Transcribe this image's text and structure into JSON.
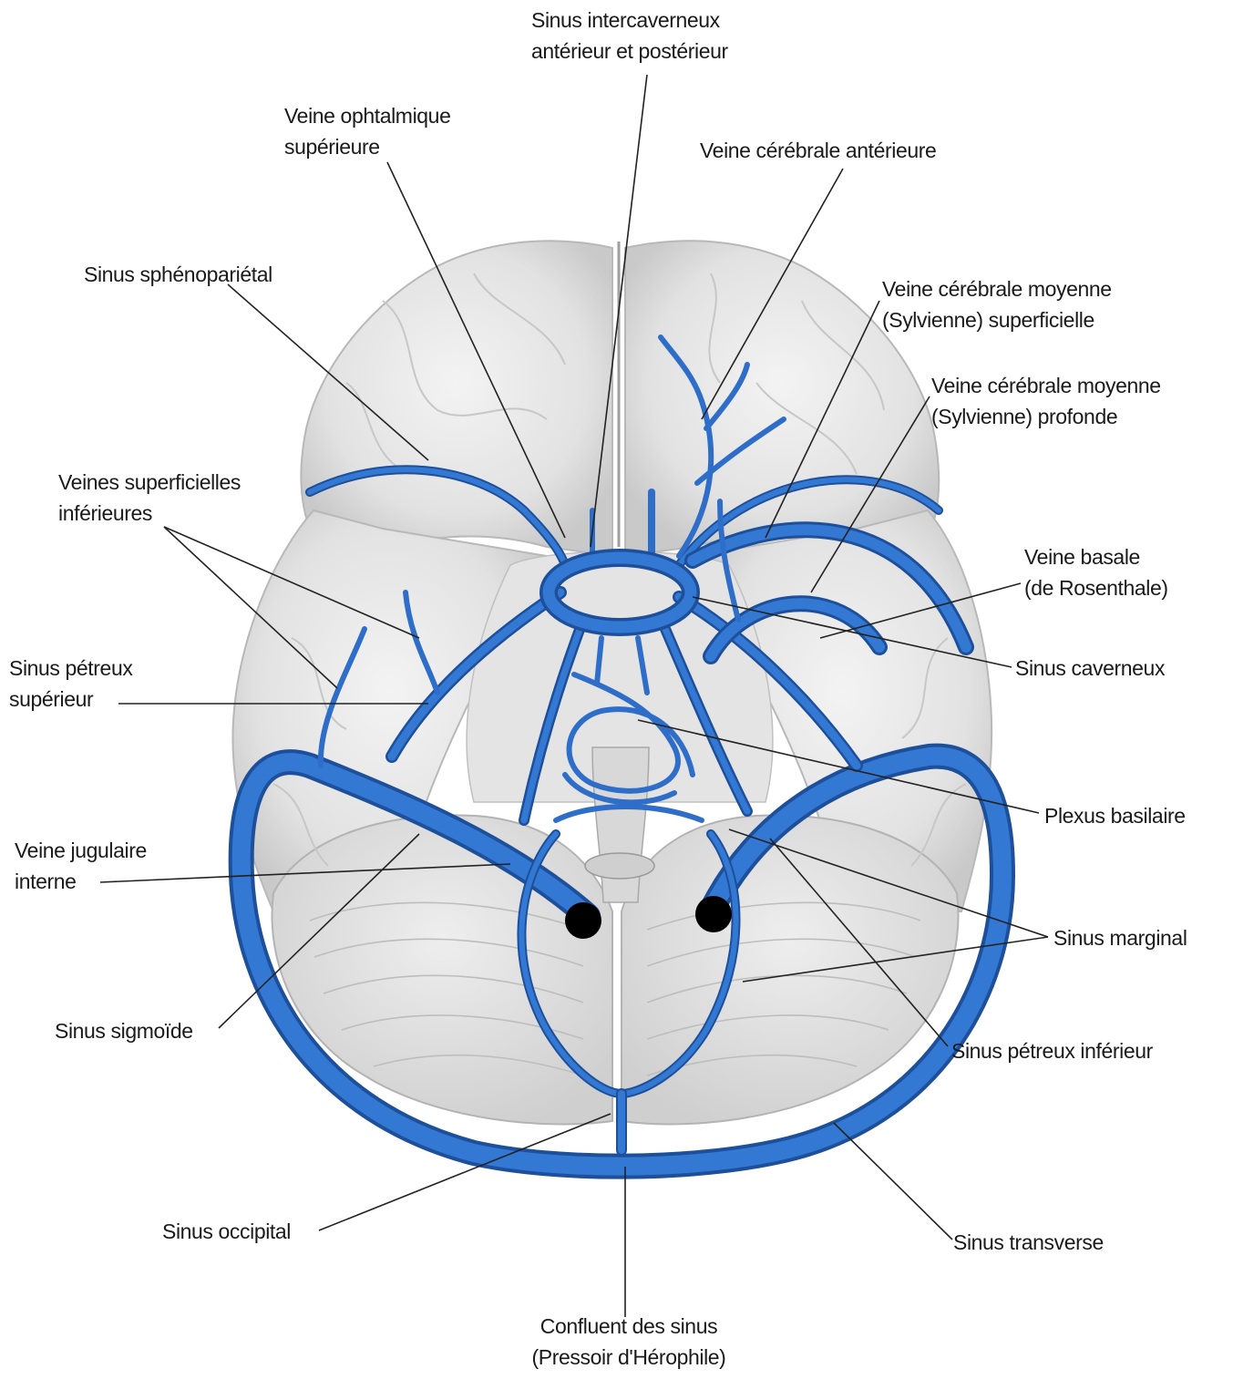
{
  "diagram": {
    "colors": {
      "vein": "#2f6ec8",
      "vein_dark": "#1d4f9a",
      "brain": "#e8e8e8",
      "brain_shadow": "#c4c4c4",
      "leader": "#222222"
    },
    "labels": {
      "sinus_intercaverneux": [
        "Sinus intercaverneux",
        "antérieur et postérieur"
      ],
      "veine_ophtalmique": [
        "Veine ophtalmique",
        "supérieure"
      ],
      "veine_cerebrale_anterieure": [
        "Veine cérébrale antérieure"
      ],
      "sinus_sphenoparietal": [
        "Sinus sphénopariétal"
      ],
      "veine_cerebrale_moyenne_superficielle": [
        "Veine cérébrale moyenne",
        "(Sylvienne) superficielle"
      ],
      "veine_cerebrale_moyenne_profonde": [
        "Veine cérébrale moyenne",
        "(Sylvienne) profonde"
      ],
      "veines_superficielles_inferieures": [
        "Veines superficielles",
        "inférieures"
      ],
      "veine_basale": [
        "Veine basale",
        "(de Rosenthale)"
      ],
      "sinus_petreux_superieur": [
        "Sinus pétreux",
        "supérieur"
      ],
      "sinus_caverneux": [
        "Sinus caverneux"
      ],
      "plexus_basilaire": [
        "Plexus basilaire"
      ],
      "veine_jugulaire_interne": [
        "Veine jugulaire",
        "interne"
      ],
      "sinus_marginal": [
        "Sinus marginal"
      ],
      "sinus_sigmoide": [
        "Sinus sigmoïde"
      ],
      "sinus_petreux_inferieur": [
        "Sinus pétreux inférieur"
      ],
      "sinus_occipital": [
        "Sinus occipital"
      ],
      "sinus_transverse": [
        "Sinus transverse"
      ],
      "confluent_des_sinus": [
        "Confluent des sinus",
        "(Pressoir d'Hérophile)"
      ]
    }
  }
}
